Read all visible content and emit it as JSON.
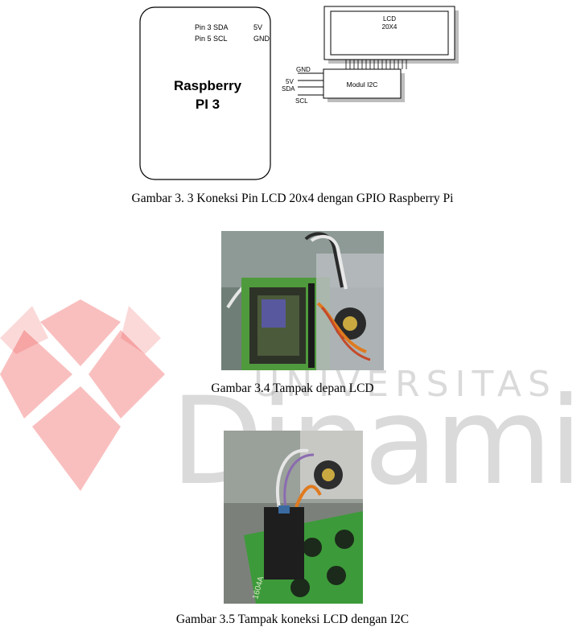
{
  "watermark": {
    "university_label": "UNIVERSITAS",
    "name": "Dinamika",
    "accent_color": "#ea2a2a"
  },
  "diagram": {
    "rpi_label_line1": "Raspberry",
    "rpi_label_line2": "PI 3",
    "rpi_pins": [
      "Pin 3 SDA",
      "Pin 5 SCL"
    ],
    "rpi_power_pins": [
      "5V",
      "GND"
    ],
    "lcd_label_line1": "LCD",
    "lcd_label_line2": "20X4",
    "i2c_module_label": "Modul I2C",
    "i2c_pin_labels": [
      "GND",
      "5V",
      "SDA",
      "SCL"
    ]
  },
  "captions": {
    "figure_3_3": "Gambar 3. 3 Koneksi Pin LCD 20x4 dengan GPIO Raspberry Pi",
    "figure_3_4": "Gambar 3.4 Tampak depan LCD",
    "figure_3_5": "Gambar 3.5 Tampak koneksi LCD dengan I2C"
  },
  "photo_texts": {
    "board_marking": "1604A"
  }
}
